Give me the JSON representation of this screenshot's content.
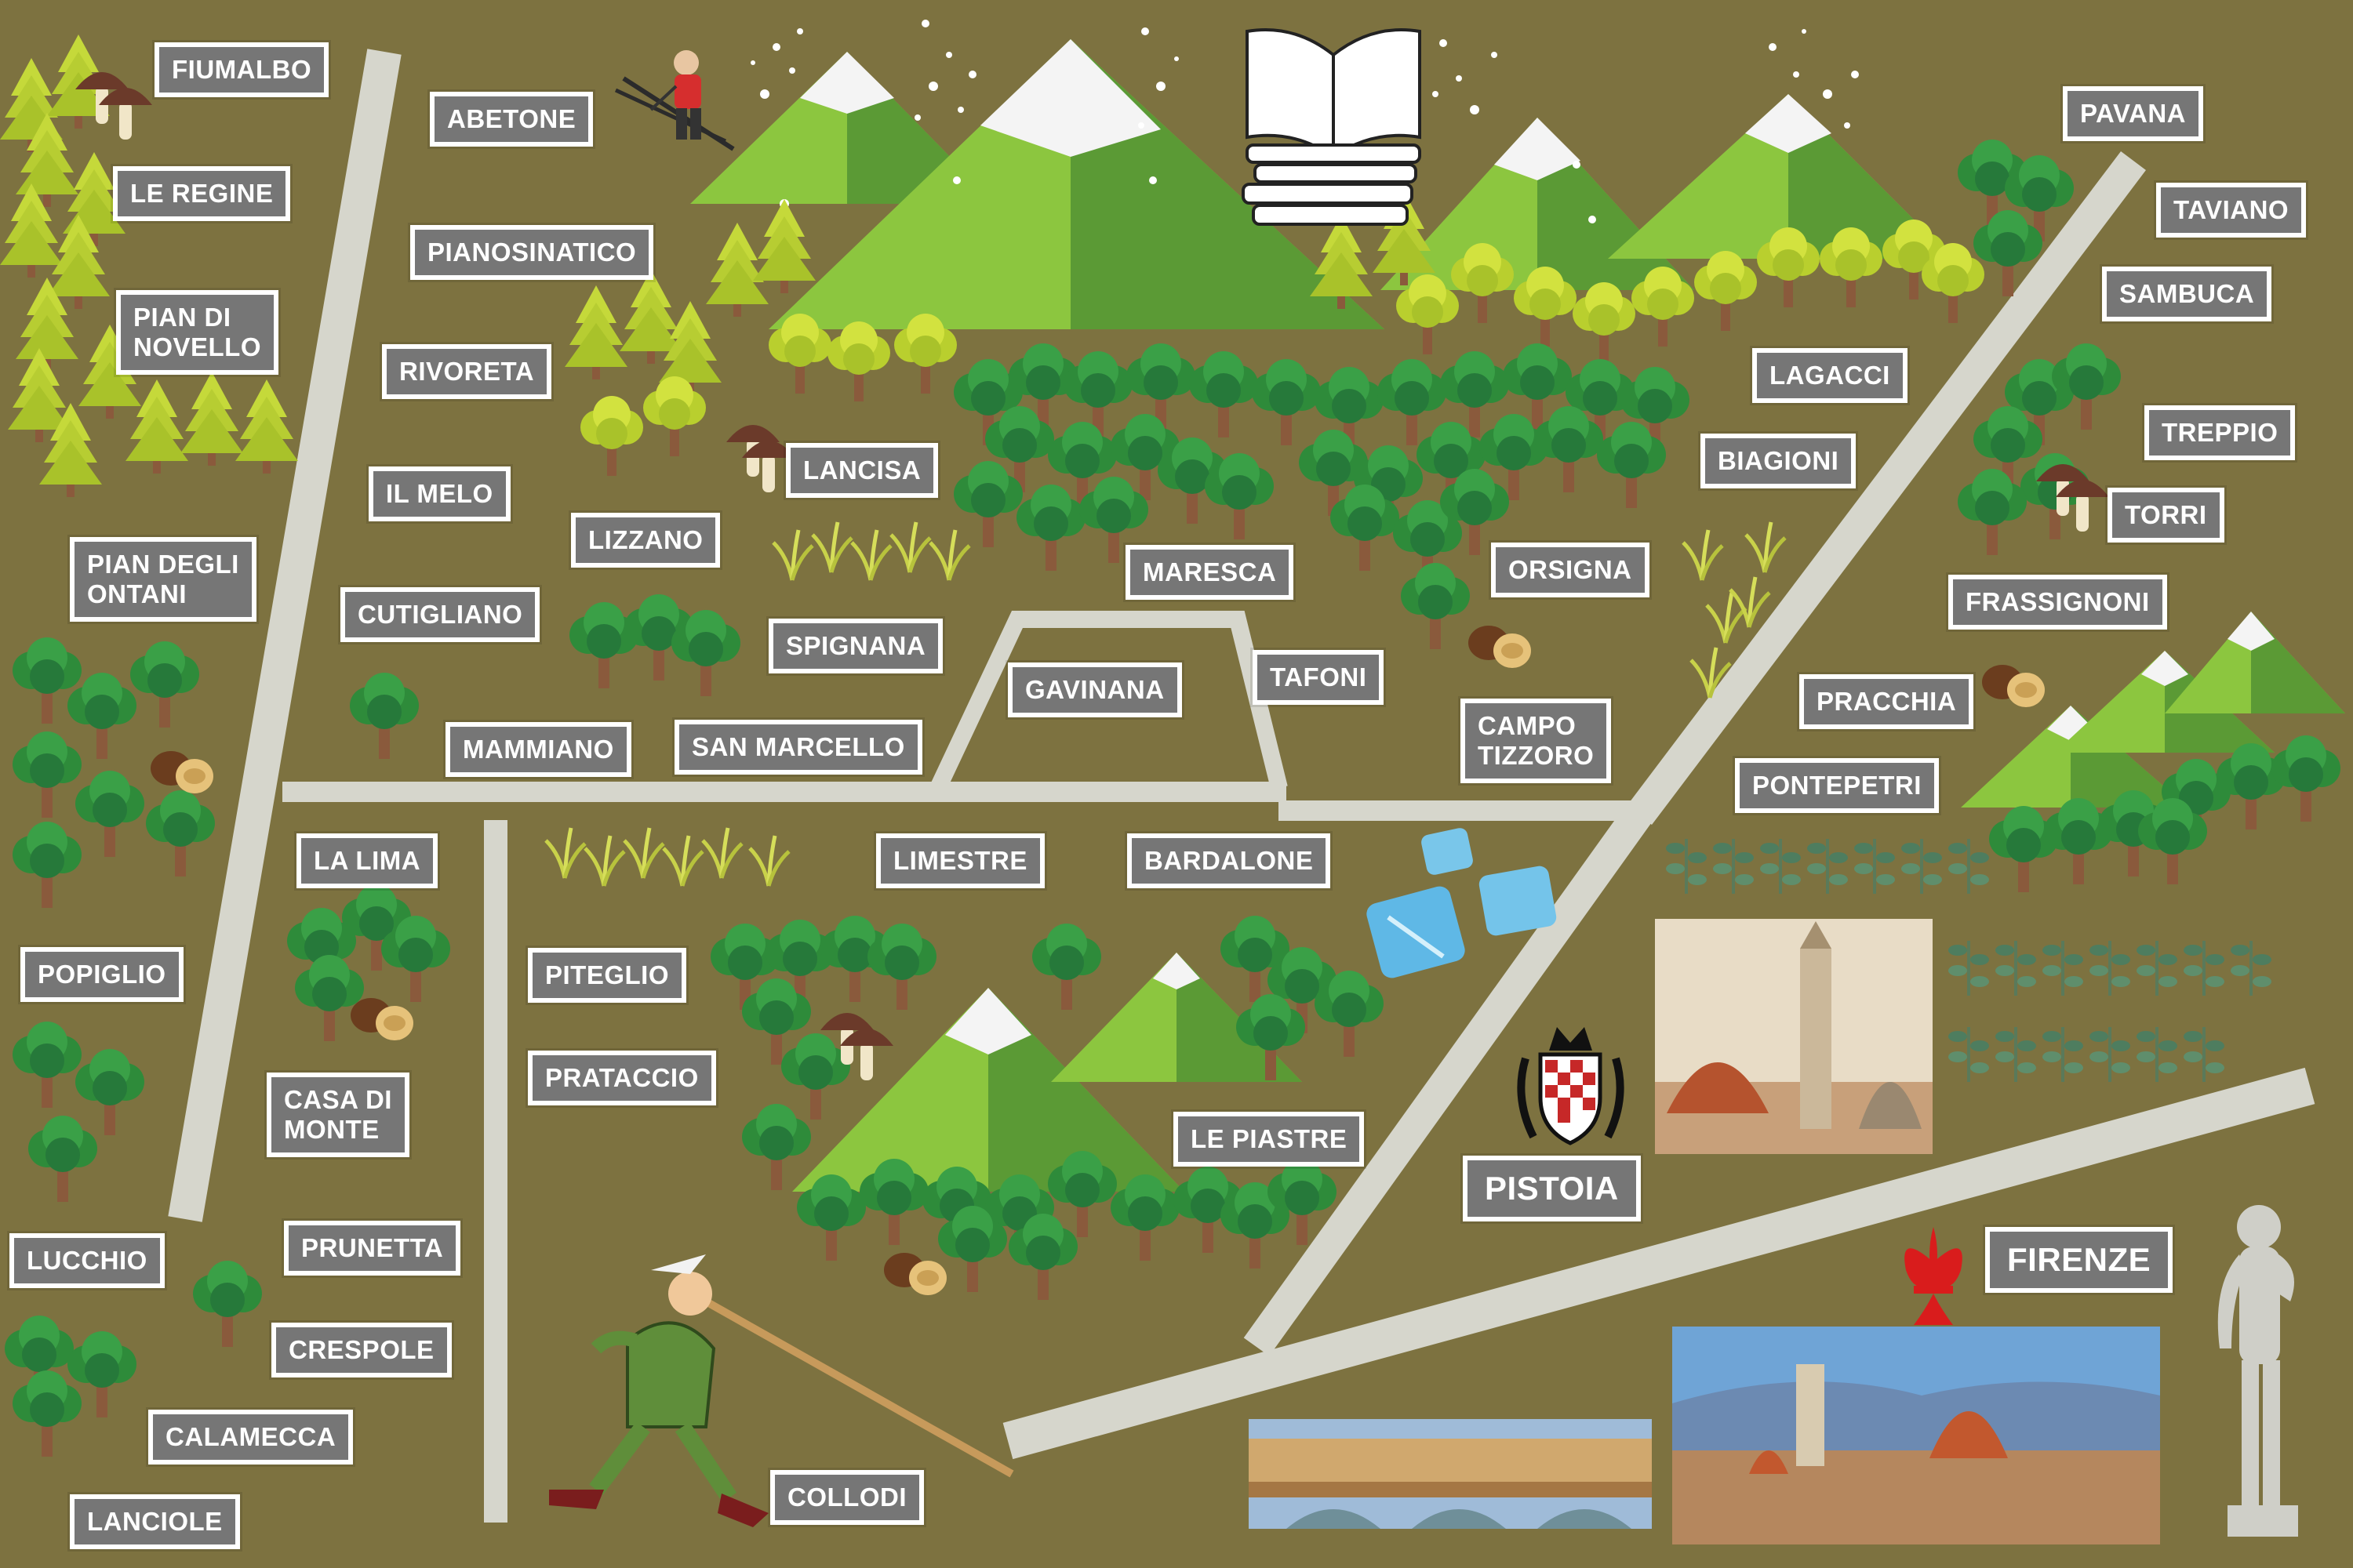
{
  "map": {
    "places": [
      {
        "id": "fiumalbo",
        "label": "FIUMALBO"
      },
      {
        "id": "abetone",
        "label": "ABETONE"
      },
      {
        "id": "le-regine",
        "label": "LE REGINE"
      },
      {
        "id": "pianosinatico",
        "label": "PIANOSINATICO"
      },
      {
        "id": "pian-di-novello",
        "label": "PIAN DI\nNOVELLO"
      },
      {
        "id": "rivoreta",
        "label": "RIVORETA"
      },
      {
        "id": "il-melo",
        "label": "IL MELO"
      },
      {
        "id": "lancisa",
        "label": "LANCISA"
      },
      {
        "id": "lizzano",
        "label": "LIZZANO"
      },
      {
        "id": "pian-degli-ontani",
        "label": "PIAN DEGLI\nONTANI"
      },
      {
        "id": "cutigliano",
        "label": "CUTIGLIANO"
      },
      {
        "id": "spignana",
        "label": "SPIGNANA"
      },
      {
        "id": "mammiano",
        "label": "MAMMIANO"
      },
      {
        "id": "san-marcello",
        "label": "SAN MARCELLO"
      },
      {
        "id": "gavinana",
        "label": "GAVINANA"
      },
      {
        "id": "maresca",
        "label": "MARESCA"
      },
      {
        "id": "tafoni",
        "label": "TAFONI"
      },
      {
        "id": "lagacci",
        "label": "LAGACCI"
      },
      {
        "id": "biagioni",
        "label": "BIAGIONI"
      },
      {
        "id": "orsigna",
        "label": "ORSIGNA"
      },
      {
        "id": "campo-tizzoro",
        "label": "CAMPO\nTIZZORO"
      },
      {
        "id": "pavana",
        "label": "PAVANA"
      },
      {
        "id": "taviano",
        "label": "TAVIANO"
      },
      {
        "id": "sambuca",
        "label": "SAMBUCA"
      },
      {
        "id": "treppio",
        "label": "TREPPIO"
      },
      {
        "id": "torri",
        "label": "TORRI"
      },
      {
        "id": "frassignoni",
        "label": "FRASSIGNONI"
      },
      {
        "id": "pracchia",
        "label": "PRACCHIA"
      },
      {
        "id": "pontepetri",
        "label": "PONTEPETRI"
      },
      {
        "id": "la-lima",
        "label": "LA LIMA"
      },
      {
        "id": "limestre",
        "label": "LIMESTRE"
      },
      {
        "id": "bardalone",
        "label": "BARDALONE"
      },
      {
        "id": "popiglio",
        "label": "POPIGLIO"
      },
      {
        "id": "piteglio",
        "label": "PITEGLIO"
      },
      {
        "id": "prataccio",
        "label": "PRATACCIO"
      },
      {
        "id": "casa-di-monte",
        "label": "CASA DI\nMONTE"
      },
      {
        "id": "le-piastre",
        "label": "LE PIASTRE"
      },
      {
        "id": "pistoia",
        "label": "PISTOIA"
      },
      {
        "id": "lucchio",
        "label": "LUCCHIO"
      },
      {
        "id": "prunetta",
        "label": "PRUNETTA"
      },
      {
        "id": "crespole",
        "label": "CRESPOLE"
      },
      {
        "id": "firenze",
        "label": "FIRENZE"
      },
      {
        "id": "calamecca",
        "label": "CALAMECCA"
      },
      {
        "id": "collodi",
        "label": "COLLODI"
      },
      {
        "id": "lanciole",
        "label": "LANCIOLE"
      }
    ],
    "colors": {
      "background": "#7d7240",
      "road": "#d6d6cc",
      "label_fill": "#767676",
      "label_border": "#ffffff",
      "mountain_light": "#8cc63f",
      "mountain_dark": "#5b9a35",
      "dark_tree": "#2e8b3a",
      "yellow_tree": "#c5d93a",
      "trunk": "#8a5a3c"
    },
    "icons": [
      "open-book-icon",
      "skier-icon",
      "mushroom-icon",
      "chestnut-icon",
      "ice-block-icon",
      "pinocchio-icon",
      "pistoia-coat-of-arms-icon",
      "florence-lily-icon",
      "david-statue-icon",
      "pistoia-old-view-picture",
      "florence-panorama-picture",
      "ponte-vecchio-picture"
    ]
  }
}
